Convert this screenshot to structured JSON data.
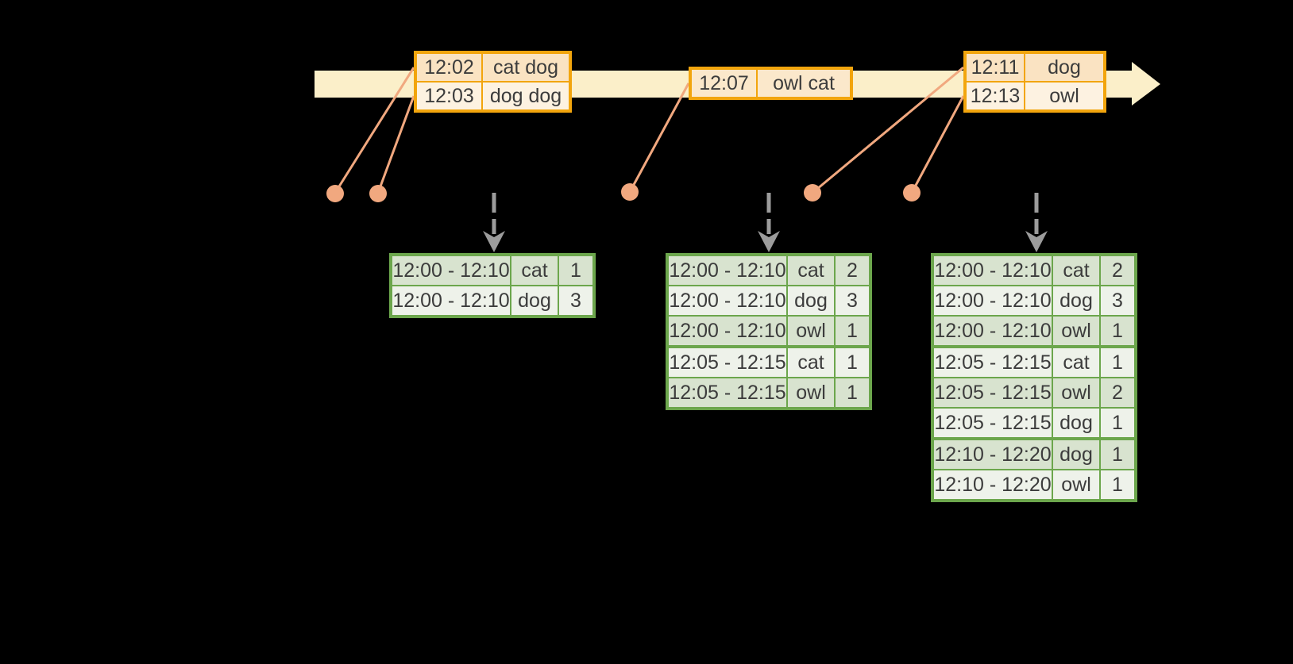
{
  "colors": {
    "background": "#000000",
    "timeline_band": "#FBEFC9",
    "event_box_border": "#F2A50D",
    "event_row_dark": "#FAE3C2",
    "event_row_light": "#FDF2E1",
    "event_row_medium": "#FBE8CB",
    "connector": "#F1A87F",
    "dashed_arrow": "#9C9C9C",
    "table_border": "#6CA64C",
    "table_row_dark": "#D8E3CF",
    "table_row_light": "#EEF2EA",
    "text": "#3C3C3C"
  },
  "timeline": {
    "events": [
      {
        "time": "12:02",
        "words": "cat dog"
      },
      {
        "time": "12:03",
        "words": "dog dog"
      },
      {
        "time": "12:07",
        "words": "owl cat"
      },
      {
        "time": "12:11",
        "words": "dog"
      },
      {
        "time": "12:13",
        "words": "owl"
      }
    ]
  },
  "result_tables": [
    {
      "rows": [
        {
          "window": "12:00 - 12:10",
          "word": "cat",
          "count": "1"
        },
        {
          "window": "12:00 - 12:10",
          "word": "dog",
          "count": "3"
        }
      ]
    },
    {
      "rows": [
        {
          "window": "12:00 - 12:10",
          "word": "cat",
          "count": "2"
        },
        {
          "window": "12:00 - 12:10",
          "word": "dog",
          "count": "3"
        },
        {
          "window": "12:00 - 12:10",
          "word": "owl",
          "count": "1"
        },
        {
          "window": "12:05 - 12:15",
          "word": "cat",
          "count": "1"
        },
        {
          "window": "12:05 - 12:15",
          "word": "owl",
          "count": "1"
        }
      ]
    },
    {
      "rows": [
        {
          "window": "12:00 - 12:10",
          "word": "cat",
          "count": "2"
        },
        {
          "window": "12:00 - 12:10",
          "word": "dog",
          "count": "3"
        },
        {
          "window": "12:00 - 12:10",
          "word": "owl",
          "count": "1"
        },
        {
          "window": "12:05 - 12:15",
          "word": "cat",
          "count": "1"
        },
        {
          "window": "12:05 - 12:15",
          "word": "owl",
          "count": "2"
        },
        {
          "window": "12:05 - 12:15",
          "word": "dog",
          "count": "1"
        },
        {
          "window": "12:10 - 12:20",
          "word": "dog",
          "count": "1"
        },
        {
          "window": "12:10 - 12:20",
          "word": "owl",
          "count": "1"
        }
      ]
    }
  ]
}
